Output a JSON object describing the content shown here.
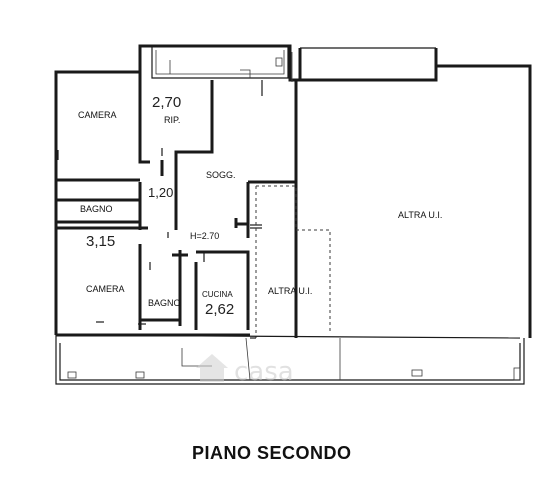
{
  "plan": {
    "title": "PIANO SECONDO",
    "rooms": {
      "camera_top": "CAMERA",
      "rip": "RIP.",
      "sogg": "SOGG.",
      "bagno_left": "BAGNO",
      "camera_bottom": "CAMERA",
      "bagno_bottom": "BAGNO",
      "cucina": "CUCINA",
      "altra_ui_center": "ALTRA U.I.",
      "altra_ui_right": "ALTRA U.I."
    },
    "heights": {
      "h_label": "H=2.70",
      "rip_height": "2,70",
      "corridor_width": "1,20",
      "left_height": "3,15",
      "kitchen_height": "2,62"
    },
    "watermark": "casa"
  }
}
